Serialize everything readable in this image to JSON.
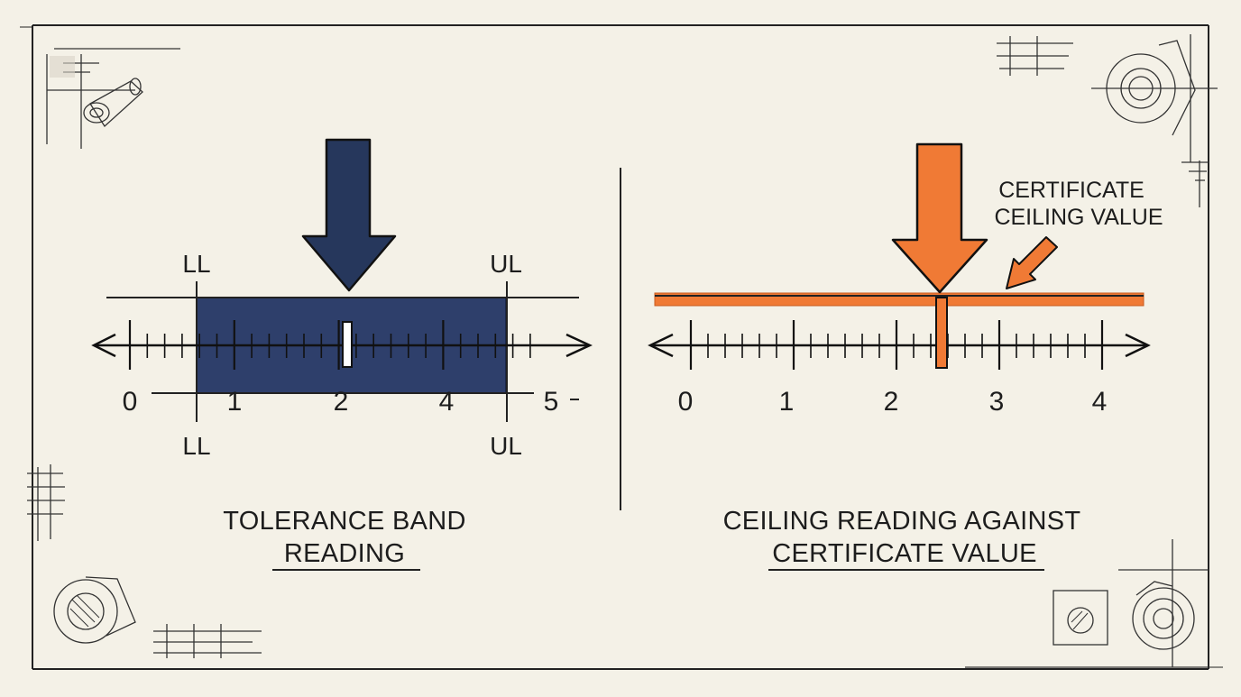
{
  "left_panel": {
    "limit_labels": {
      "lower_top": "LL",
      "upper_top": "UL",
      "lower_bottom": "LL",
      "upper_bottom": "UL"
    },
    "axis_ticks": [
      "0",
      "1",
      "2",
      "4",
      "5"
    ],
    "caption_line1": "TOLERANCE BAND",
    "caption_line2": "READING",
    "band_color": "#2e3f6b",
    "arrow_color": "#26375c"
  },
  "right_panel": {
    "axis_ticks": [
      "0",
      "1",
      "2",
      "3",
      "4"
    ],
    "callout_line1": "CERTIFICATE",
    "callout_line2": "CEILING VALUE",
    "caption_line1": "CEILING READING AGAINST",
    "caption_line2": "CERTIFICATE VALUE",
    "accent_color": "#f07a35"
  },
  "colors": {
    "background": "#f4f1e7",
    "ink": "#1d1d1d"
  }
}
